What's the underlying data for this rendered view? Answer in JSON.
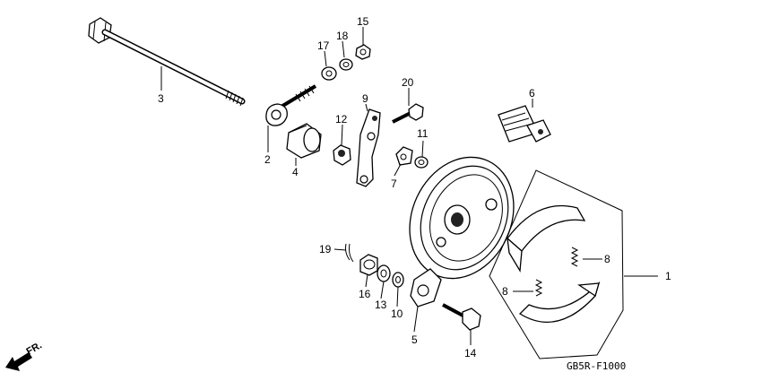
{
  "diagram": {
    "callouts": [
      {
        "id": "1",
        "label": "1"
      },
      {
        "id": "2",
        "label": "2"
      },
      {
        "id": "3",
        "label": "3"
      },
      {
        "id": "4",
        "label": "4"
      },
      {
        "id": "5",
        "label": "5"
      },
      {
        "id": "6",
        "label": "6"
      },
      {
        "id": "7",
        "label": "7"
      },
      {
        "id": "8a",
        "label": "8"
      },
      {
        "id": "8b",
        "label": "8"
      },
      {
        "id": "9",
        "label": "9"
      },
      {
        "id": "10",
        "label": "10"
      },
      {
        "id": "11",
        "label": "11"
      },
      {
        "id": "12",
        "label": "12"
      },
      {
        "id": "13",
        "label": "13"
      },
      {
        "id": "14",
        "label": "14"
      },
      {
        "id": "15",
        "label": "15"
      },
      {
        "id": "16",
        "label": "16"
      },
      {
        "id": "17",
        "label": "17"
      },
      {
        "id": "18",
        "label": "18"
      },
      {
        "id": "19",
        "label": "19"
      },
      {
        "id": "20",
        "label": "20"
      }
    ],
    "direction_label": "FR.",
    "diagram_code": "GB5R-F1000"
  }
}
